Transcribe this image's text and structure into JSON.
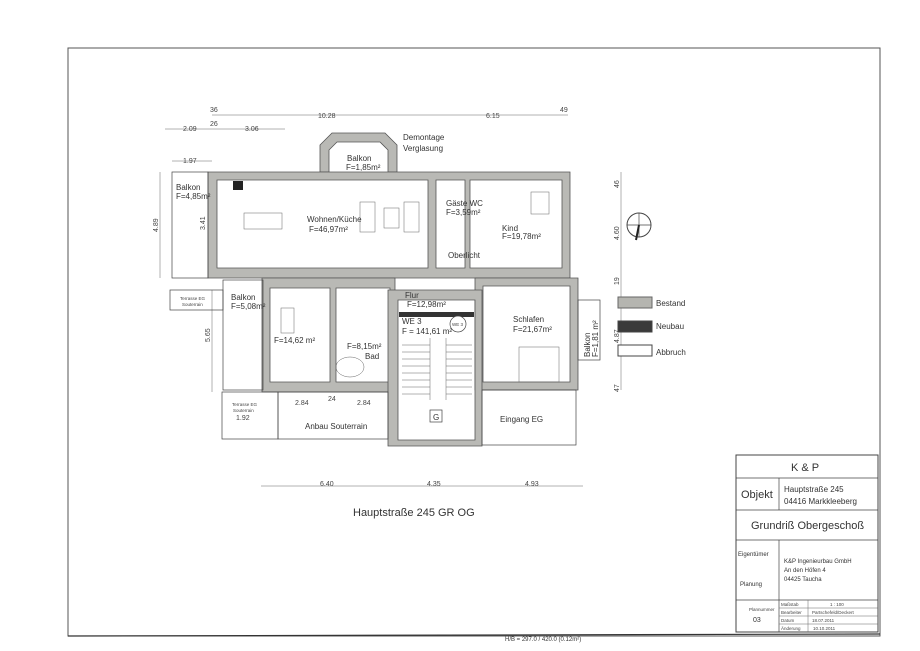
{
  "plan_title": "Hauptstraße 245 GR OG",
  "dimensions": {
    "top": [
      "36",
      "10.28",
      "6.15",
      "49"
    ],
    "top_second": [
      "2.09",
      "26",
      "3.06"
    ],
    "left": [
      "1.97",
      "4.89",
      "3.41",
      "5.65"
    ],
    "right": [
      "46",
      "4.60",
      "19",
      "4.87",
      "47"
    ],
    "bottom": [
      "6.40",
      "4.35",
      "4.93"
    ],
    "lower": [
      "2.84",
      "24",
      "2.84",
      "1.92"
    ]
  },
  "annotations": {
    "demontage": "Demontage",
    "verglasung": "Verglasung",
    "oberlicht": "Oberlicht",
    "terrasse_1": "Terrasse EG",
    "terrasse_1b": "Souterrain",
    "terrasse_2": "Terrasse EG",
    "terrasse_2b": "Souterrain",
    "anbau": "Anbau Souterrain",
    "eingang": "Eingang EG",
    "stair_g": "G",
    "we_circle": "WE 3",
    "circle_num": "3"
  },
  "rooms": [
    {
      "name": "Balkon",
      "area": "F=1,85m²"
    },
    {
      "name": "Balkon",
      "area": "F=4,85m²"
    },
    {
      "name": "Wohnen/Küche",
      "area": "F=46,97m²"
    },
    {
      "name": "Gäste WC",
      "area": "F=3,59m²"
    },
    {
      "name": "Kind",
      "area": "F=19,78m²"
    },
    {
      "name": "Balkon",
      "area": "F=5,08m²"
    },
    {
      "name": "",
      "area": "F=14,62 m²"
    },
    {
      "name": "Bad",
      "area": "F=8,15m²"
    },
    {
      "name": "Flur",
      "area": "F=12,98m²"
    },
    {
      "name": "WE 3",
      "area": "F = 141,61 m²"
    },
    {
      "name": "Schlafen",
      "area": "F=21,67m²"
    },
    {
      "name": "Balkon",
      "area": "F=1,81 m²"
    }
  ],
  "legend": [
    {
      "label": "Bestand",
      "color": "#b5b5b0"
    },
    {
      "label": "Neubau",
      "color": "#3a3a3a"
    },
    {
      "label": "Abbruch",
      "color": "#ffffff"
    }
  ],
  "title_block": {
    "company": "K & P",
    "objekt_label": "Objekt",
    "objekt_line1": "Hauptstraße 245",
    "objekt_line2": "04416 Markkleeberg",
    "drawing_title": "Grundriß Obergeschoß",
    "eigentuemer_label": "Eigentümer",
    "planung_label": "Planung",
    "address_line1": "K&P Ingenieurbau GmbH",
    "address_line2": "An den Höfen 4",
    "address_line3": "04425 Taucha",
    "plannummer_label": "Plannummer",
    "plannummer": "03",
    "massstab_label": "Maßstab",
    "massstab": "1 : 100",
    "bearbeiter_label": "Bearbeiter",
    "bearbeiter": "Partschefeld/Deckert",
    "datum_label": "Datum",
    "datum": "18.07.2011",
    "aenderung_label": "Änderung",
    "aenderung": "10.10.2011"
  },
  "sheet_size": "H/B = 297.0 / 420.0 (0.12m²)"
}
